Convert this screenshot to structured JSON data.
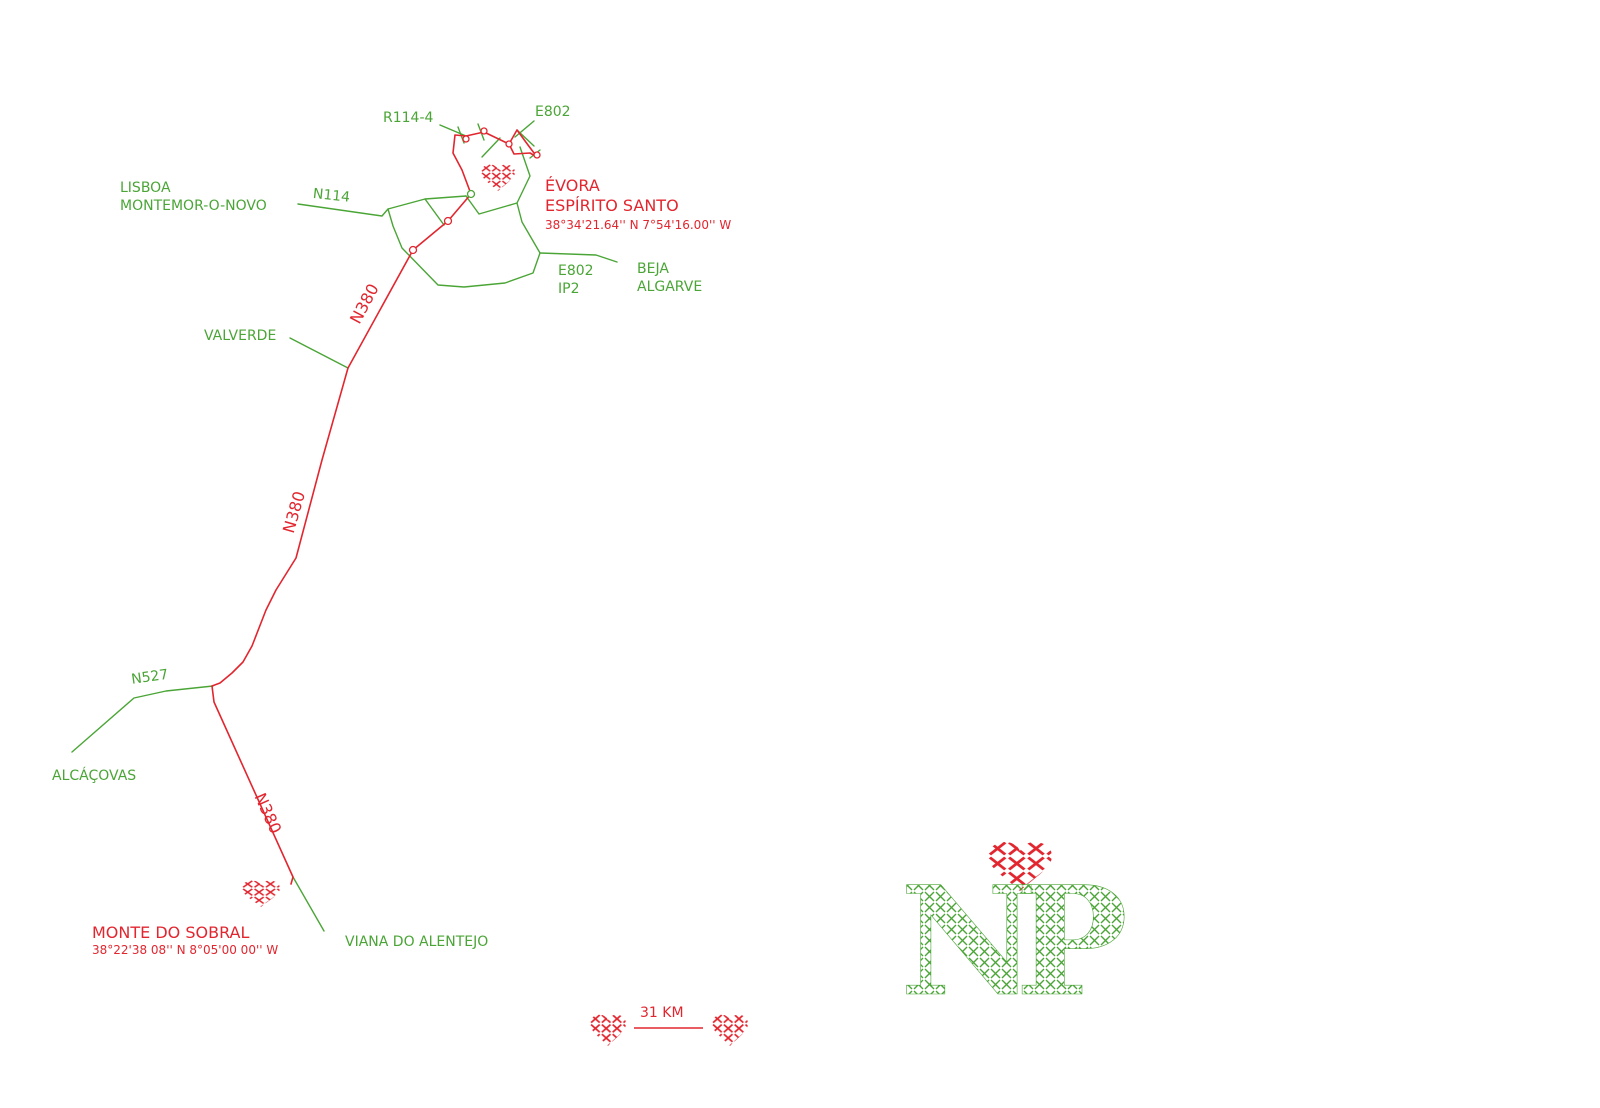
{
  "colors": {
    "road_main": "#e2262f",
    "road_secondary": "#4aa536",
    "heart": "#e2262f",
    "logo": "#4aa536",
    "background": "#ffffff"
  },
  "destination": {
    "name_line1": "ÉVORA",
    "name_line2": "ESPÍRITO SANTO",
    "coords": "38°34'21.64'' N  7°54'16.00'' W"
  },
  "origin": {
    "name": "MONTE DO SOBRAL",
    "coords": "38°22'38 08'' N  8°05'00 00'' W"
  },
  "places": {
    "lisboa": "LISBOA",
    "montemor": "MONTEMOR-O-NOVO",
    "valverde": "VALVERDE",
    "alcacovas": "ALCÁÇOVAS",
    "viana": "VIANA DO ALENTEJO",
    "beja": "BEJA",
    "algarve": "ALGARVE"
  },
  "roads": {
    "r114_4": "R114-4",
    "e802_top": "E802",
    "n114": "N114",
    "e802": "E802",
    "ip2": "IP2",
    "n380_a": "N380",
    "n380_b": "N380",
    "n380_c": "N380",
    "n527": "N527"
  },
  "scale": {
    "label": "31 KM"
  },
  "logo": {
    "letters": "NP",
    "icon": "cross-stitch-heart-icon"
  }
}
